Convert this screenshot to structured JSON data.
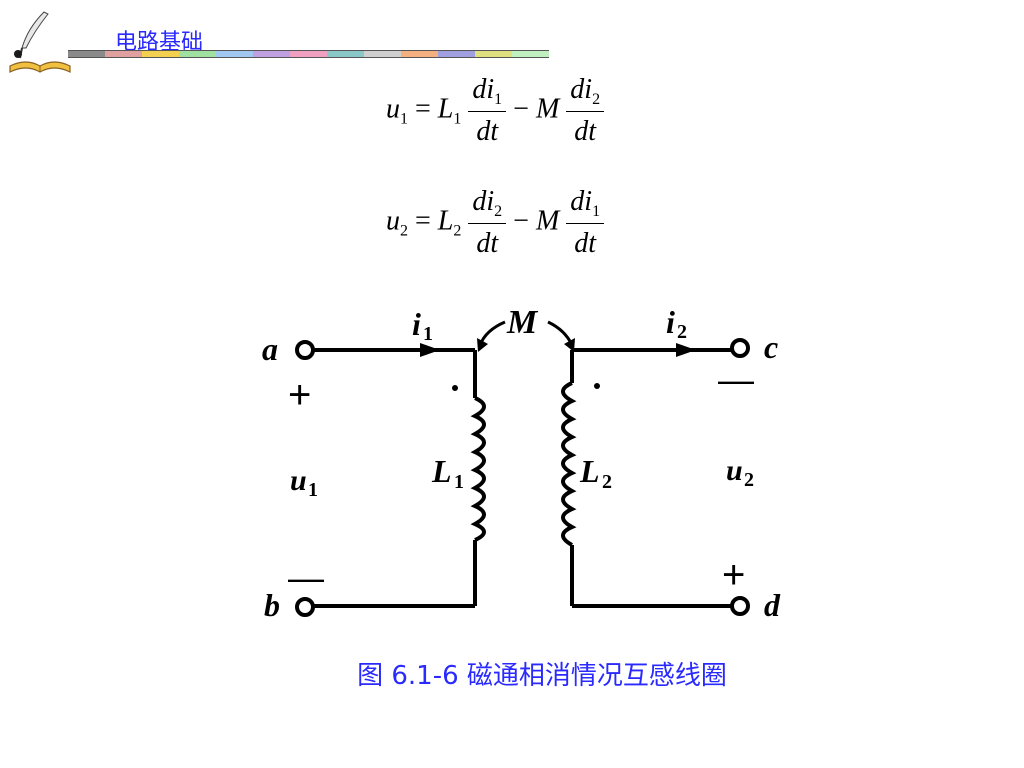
{
  "header": {
    "title": "电路基础",
    "stripe_colors": [
      "#8a8a8a",
      "#e0a0a0",
      "#f4d050",
      "#a0e0a0",
      "#a0c8f0",
      "#c0a0e0",
      "#f0a0c0",
      "#8ac8c8",
      "#d0d0d0",
      "#f4b080",
      "#a0a0e0",
      "#e0e080",
      "#c0f0c0"
    ]
  },
  "equations": {
    "eq1": {
      "lhs": "u",
      "lhs_sub": "1",
      "L": "L",
      "L_sub": "1",
      "num1": "di",
      "num1_sub": "1",
      "den1": "dt",
      "minus": "−",
      "M": "M",
      "num2": "di",
      "num2_sub": "2",
      "den2": "dt",
      "eq": "="
    },
    "eq2": {
      "lhs": "u",
      "lhs_sub": "2",
      "L": "L",
      "L_sub": "2",
      "num1": "di",
      "num1_sub": "2",
      "den1": "dt",
      "minus": "−",
      "M": "M",
      "num2": "di",
      "num2_sub": "1",
      "den2": "dt",
      "eq": "="
    }
  },
  "circuit": {
    "terminal_a": "a",
    "terminal_b": "b",
    "terminal_c": "c",
    "terminal_d": "d",
    "current_1": "i",
    "current_1_sub": "1",
    "current_2": "i",
    "current_2_sub": "2",
    "mutual": "M",
    "inductor_1": "L",
    "inductor_1_sub": "1",
    "inductor_2": "L",
    "inductor_2_sub": "2",
    "voltage_1": "u",
    "voltage_1_sub": "1",
    "voltage_2": "u",
    "voltage_2_sub": "2",
    "plus": "+",
    "minus": "—"
  },
  "caption": "图 6.1-6 磁通相消情况互感线圈"
}
